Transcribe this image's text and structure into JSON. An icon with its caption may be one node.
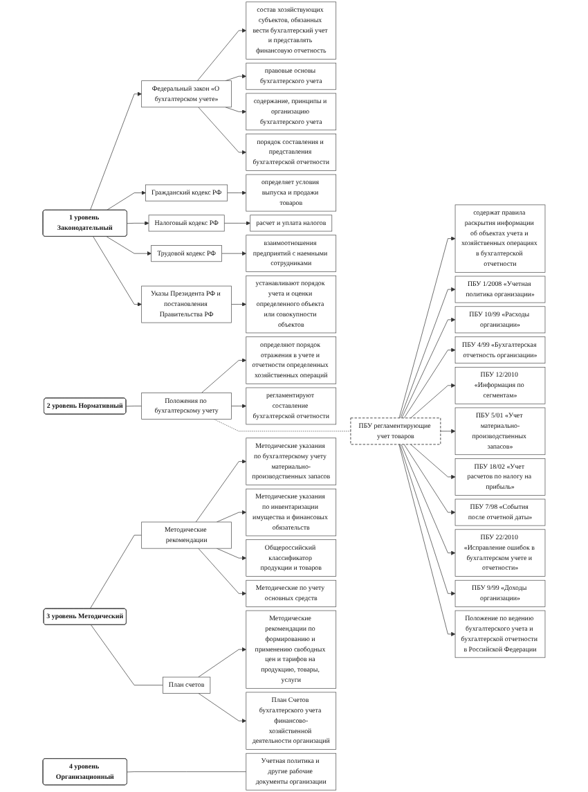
{
  "diagram": {
    "nodes": [
      {
        "text": [
          "1 уровень Законодательный"
        ]
      },
      {
        "text": [
          "Федеральный закон «О бухгалтерском учете»"
        ]
      },
      {
        "text": [
          "состав хозяйствующих субъектов, обязанных вести бухгалтерский учет и представлять финансовую отчетность"
        ]
      },
      {
        "text": [
          "правовые основы бухгалтерского учета"
        ]
      },
      {
        "text": [
          "содержание, принципы и организацию бухгалтерского учета"
        ]
      },
      {
        "text": [
          "Гражданский кодекс РФ"
        ]
      },
      {
        "text": [
          "порядок составления и представления бухгалтерской отчетности"
        ]
      },
      {
        "text": [
          "Налоговый кодекс РФ"
        ]
      },
      {
        "text": [
          "расчет и уплата налогов"
        ]
      },
      {
        "text": [
          "определяет условия выпуска и продажи товаров"
        ]
      },
      {
        "text": [
          "Трудовой кодекс РФ"
        ]
      },
      {
        "text": [
          "взаимоотношения предприятий с наемными сотрудниками"
        ]
      },
      {
        "text": [
          "Указы Президента РФ и постановления Правительства РФ"
        ]
      },
      {
        "text": [
          "устанавливают порядок учета и оценки определенного объекта или совокупности объектов"
        ]
      },
      {
        "text": [
          "2 уровень Нормативный"
        ]
      },
      {
        "text": [
          "Положения по бухгалтерскому учету"
        ]
      },
      {
        "text": [
          "определяют порядок отражения в учете и отчетности определенных хозяйственных операций"
        ]
      },
      {
        "text": [
          "регламентируют составление бухгалтерской отчетности"
        ]
      },
      {
        "text": [
          "ПБУ регламентирующие учет товаров"
        ]
      },
      {
        "text": [
          "содержат правила раскрытия информации об объектах учета и хозяйственных операциях в бухгалтерской отчетности"
        ]
      },
      {
        "text": [
          "ПБУ 1/2008 «Учетная политика организации»"
        ]
      },
      {
        "text": [
          "ПБУ 10/99 «Расходы организации»"
        ]
      },
      {
        "text": [
          "ПБУ 4/99 «Бухгалтерская отчетность организации»"
        ]
      },
      {
        "text": [
          "ПБУ 12/2010 «Информация по сегментам»"
        ]
      },
      {
        "text": [
          "ПБУ 5/01 «Учет материально-производственных запасов»"
        ]
      },
      {
        "text": [
          "ПБУ 18/02 «Учет расчетов по налогу на прибыль»"
        ]
      },
      {
        "text": [
          "ПБУ 7/98 «События после отчетной даты»"
        ]
      },
      {
        "text": [
          "ПБУ 22/2010 «Исправление ошибок в бухгалтерском учете и отчетности»"
        ]
      },
      {
        "text": [
          "ПБУ 9/99 «Доходы организации»"
        ]
      },
      {
        "text": [
          "Положение по ведению бухгалтерского учета и бухгалтерской отчетности в Российской Федерации"
        ]
      },
      {
        "text": [
          "3 уровень Методический"
        ]
      },
      {
        "text": [
          "Методические рекомендации"
        ]
      },
      {
        "text": [
          "Методические указания по бухгалтерскому учету материально-производственных запасов"
        ]
      },
      {
        "text": [
          "Методические указания по инвентаризации имущества и финансовых обязательств"
        ]
      },
      {
        "text": [
          "Общероссийский классификатор продукции и товаров"
        ]
      },
      {
        "text": [
          "Методические по учету основных средств"
        ]
      },
      {
        "text": [
          "План счетов"
        ]
      },
      {
        "text": [
          "Методические рекомендации по формированию и применению свободных цен и тарифов на продукцию, товары, услуги"
        ]
      },
      {
        "text": [
          "План Счетов бухгалтерского учета финансово-хозяйственной деятельности организаций"
        ]
      },
      {
        "text": [
          "4 уровень Организационный"
        ]
      },
      {
        "text": [
          "Учетная политика и другие рабочие документы организации"
        ]
      }
    ],
    "edges": [
      {
        "from": 0,
        "to": 1,
        "arrow": "to"
      },
      {
        "from": 0,
        "to": 5,
        "arrow": "to"
      },
      {
        "from": 0,
        "to": 7,
        "arrow": "to"
      },
      {
        "from": 0,
        "to": 10,
        "arrow": "to"
      },
      {
        "from": 0,
        "to": 12,
        "arrow": "to"
      },
      {
        "from": 1,
        "to": 2,
        "arrow": "to"
      },
      {
        "from": 1,
        "to": 3,
        "arrow": "to"
      },
      {
        "from": 1,
        "to": 4,
        "arrow": "to"
      },
      {
        "from": 1,
        "to": 6,
        "arrow": "to"
      },
      {
        "from": 5,
        "to": 9,
        "arrow": "to"
      },
      {
        "from": 7,
        "to": 8,
        "arrow": "to"
      },
      {
        "from": 10,
        "to": 11,
        "arrow": "to"
      },
      {
        "from": 12,
        "to": 13,
        "arrow": "to"
      },
      {
        "from": 14,
        "to": 15,
        "arrow": "none"
      },
      {
        "from": 15,
        "to": 16,
        "arrow": "to"
      },
      {
        "from": 15,
        "to": 17,
        "arrow": "to"
      },
      {
        "from": 15,
        "to": 18,
        "arrow": "none",
        "style": "dashed"
      },
      {
        "from": 18,
        "to": 19,
        "arrow": "to"
      },
      {
        "from": 18,
        "to": 20,
        "arrow": "to"
      },
      {
        "from": 18,
        "to": 21,
        "arrow": "to"
      },
      {
        "from": 18,
        "to": 22,
        "arrow": "to"
      },
      {
        "from": 18,
        "to": 23,
        "arrow": "to"
      },
      {
        "from": 18,
        "to": 24,
        "arrow": "to"
      },
      {
        "from": 18,
        "to": 25,
        "arrow": "to"
      },
      {
        "from": 18,
        "to": 26,
        "arrow": "to"
      },
      {
        "from": 18,
        "to": 27,
        "arrow": "to"
      },
      {
        "from": 18,
        "to": 28,
        "arrow": "to"
      },
      {
        "from": 18,
        "to": 29,
        "arrow": "to"
      },
      {
        "from": 30,
        "to": 31,
        "arrow": "none"
      },
      {
        "from": 30,
        "to": 36,
        "arrow": "none"
      },
      {
        "from": 31,
        "to": 32,
        "arrow": "to"
      },
      {
        "from": 31,
        "to": 33,
        "arrow": "to"
      },
      {
        "from": 31,
        "to": 34,
        "arrow": "to"
      },
      {
        "from": 31,
        "to": 35,
        "arrow": "to"
      },
      {
        "from": 36,
        "to": 37,
        "arrow": "to"
      },
      {
        "from": 36,
        "to": 38,
        "arrow": "to"
      },
      {
        "from": 39,
        "to": 40,
        "arrow": "none"
      }
    ]
  }
}
